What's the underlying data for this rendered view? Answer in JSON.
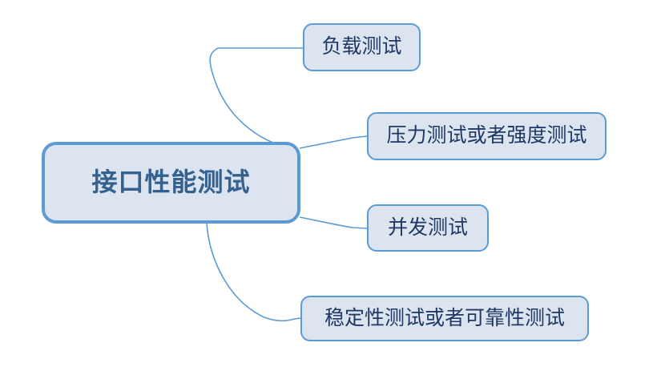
{
  "diagram": {
    "type": "mind-map",
    "background_color": "#FFFFFF",
    "accent_color": "#5B9BD5",
    "node_fill_color": "#DCE4F0",
    "root_text_color": "#35618F",
    "child_text_color": "#1F3864",
    "root": {
      "label": "接口性能测试"
    },
    "children": [
      {
        "label": "负载测试"
      },
      {
        "label": "压力测试或者强度测试"
      },
      {
        "label": "并发测试"
      },
      {
        "label": "稳定性测试或者可靠性测试"
      }
    ]
  }
}
